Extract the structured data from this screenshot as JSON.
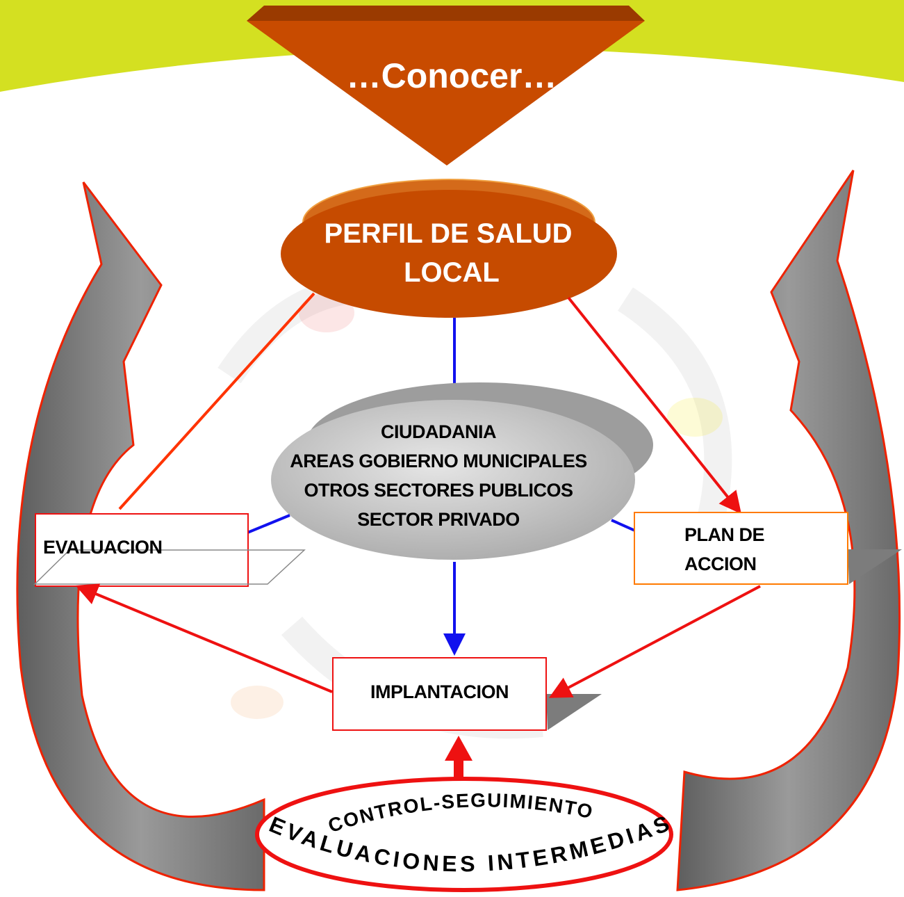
{
  "header": {
    "title": "…Conocer…"
  },
  "top_ellipse": {
    "line1": "PERFIL DE SALUD",
    "line2": "LOCAL"
  },
  "center_ellipse": {
    "lines": [
      "CIUDADANIA",
      "AREAS GOBIERNO MUNICIPALES",
      "OTROS SECTORES PUBLICOS",
      "SECTOR PRIVADO"
    ]
  },
  "boxes": {
    "evaluacion": "EVALUACION",
    "plan": {
      "line1": "PLAN DE",
      "line2": "ACCION"
    },
    "implantacion": "IMPLANTACION"
  },
  "bottom_ellipse": {
    "arc1": "CONTROL-SEGUIMIENTO",
    "arc2": "EVALUACIONES INTERMEDIAS"
  },
  "colors": {
    "lime": "#d4e021",
    "orange": "#c84b00",
    "dark_orange": "#9a3a00",
    "red": "#ee1111",
    "blue": "#1111ee",
    "gray": "#7c7c7c"
  }
}
